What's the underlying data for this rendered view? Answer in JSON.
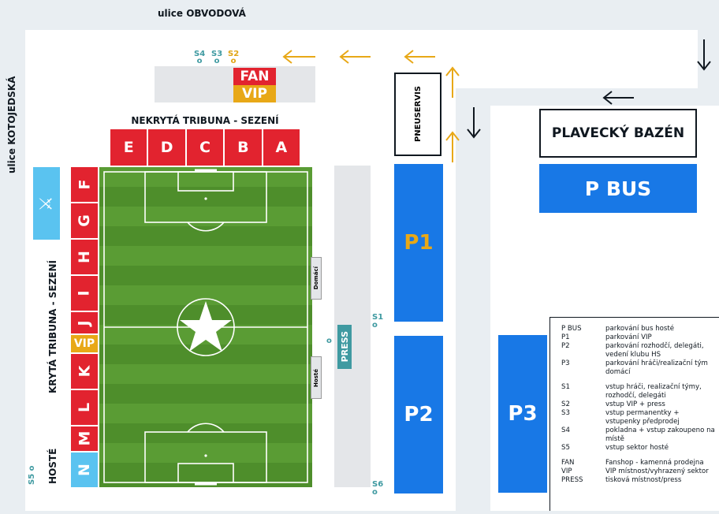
{
  "roads": {
    "top": "ulice OBVODOVÁ",
    "left": "ulice KOTOJEDSKÁ"
  },
  "stands": {
    "top_title": "NEKRYTÁ TRIBUNA - SEZENÍ",
    "top_sectors": [
      "E",
      "D",
      "C",
      "B",
      "A"
    ],
    "left_title": "KRYTÁ TRIBUNA - SEZENÍ",
    "left_sectors_upper": [
      "F",
      "G",
      "H",
      "I",
      "J"
    ],
    "left_vip": "VIP",
    "left_sectors_lower": [
      "K",
      "L",
      "M"
    ],
    "away_sector": "N",
    "away_label": "HOSTÉ"
  },
  "bench": {
    "home": "Domácí",
    "away": "Hosté"
  },
  "press_label": "PRESS",
  "fan_label": "FAN",
  "vip_label": "VIP",
  "pneuservis": "PNEUSERVIS",
  "pool": "PLAVECKÝ BAZÉN",
  "parking": {
    "p_bus": "P BUS",
    "p1": "P1",
    "p2": "P2",
    "p3": "P3"
  },
  "gates": {
    "s1": "S1",
    "s2": "S2",
    "s3": "S3",
    "s4": "S4",
    "s5": "S5",
    "s6": "S6"
  },
  "legend": [
    {
      "key": "P BUS",
      "value": "parkování bus hosté"
    },
    {
      "key": "P1",
      "value": "parkování VIP"
    },
    {
      "key": "P2",
      "value": "parkování rozhodčí, delegáti, vedení klubu HS"
    },
    {
      "key": "P3",
      "value": "parkování hráči/realizační tým domácí"
    },
    {
      "key": "S1",
      "value": "vstup hráči, realizační týmy, rozhodčí, delegáti"
    },
    {
      "key": "S2",
      "value": "vstup VIP + press"
    },
    {
      "key": "S3",
      "value": "vstup permanentky + vstupenky předprodej"
    },
    {
      "key": "S4",
      "value": "pokladna + vstup zakoupeno na místě"
    },
    {
      "key": "S5",
      "value": "vstup sektor hosté"
    },
    {
      "key": "FAN",
      "value": "Fanshop - kamenná prodejna"
    },
    {
      "key": "VIP",
      "value": "VIP místnost/vyhrazený sektor"
    },
    {
      "key": "PRESS",
      "value": "tisková místnost/press"
    }
  ],
  "colors": {
    "red": "#e2232f",
    "blue": "#1878e6",
    "light_blue": "#5ac3f0",
    "gold": "#e8a817",
    "teal": "#3f9aa1",
    "pitch": "#4f8f2c"
  },
  "icons": {
    "arrow": "arrow-icon",
    "star": "club-star-logo",
    "food": "cutlery-icon"
  }
}
